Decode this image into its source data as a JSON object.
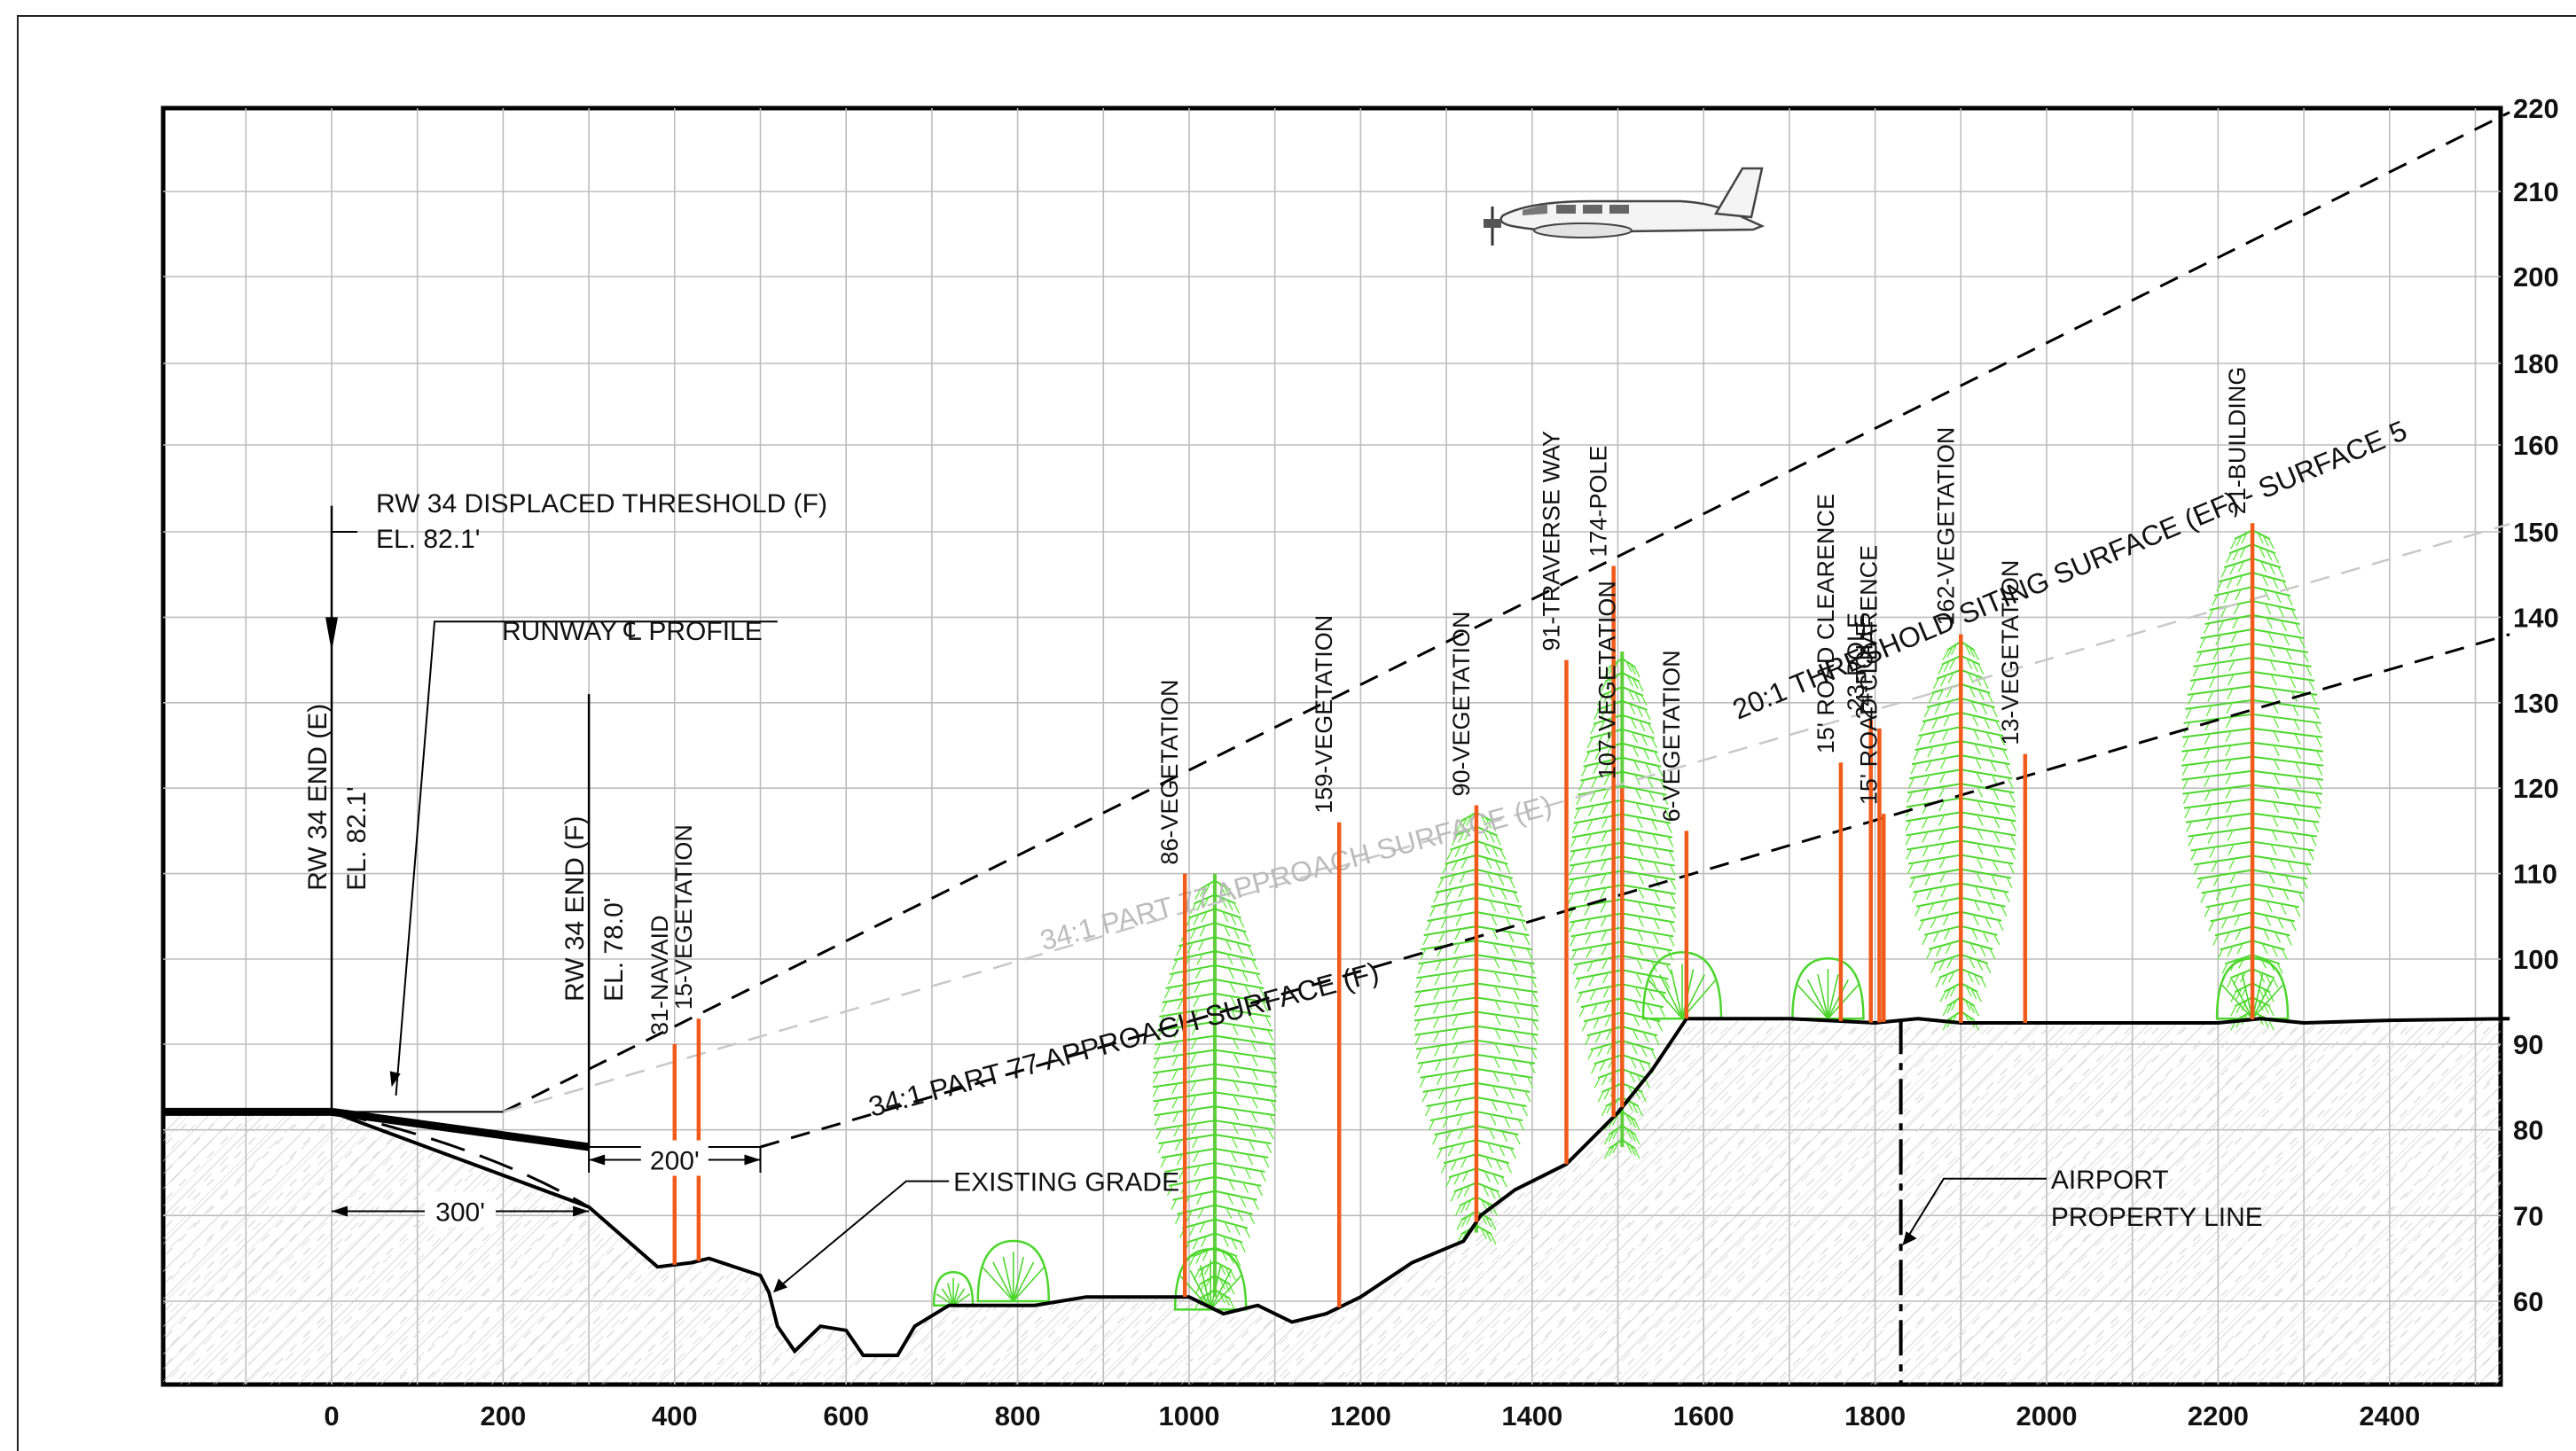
{
  "chart_data": {
    "type": "profile",
    "x_ticks": [
      0,
      200,
      400,
      600,
      800,
      1000,
      1200,
      1400,
      1600,
      1800,
      2000,
      2200,
      2400
    ],
    "y_ticks": [
      60,
      70,
      80,
      90,
      100,
      110,
      120,
      130,
      140,
      150,
      160,
      180,
      200,
      210,
      220
    ],
    "xlim": [
      -200,
      2540
    ],
    "ylim": [
      50,
      220
    ],
    "grid": true,
    "annotations": {
      "displaced_threshold": "RW 34 DISPLACED THRESHOLD (F)",
      "displaced_threshold_el": "EL. 82.1'",
      "runway_profile": "RUNWAY ℄ PROFILE",
      "rw34_end_e": "RW 34 END (E)",
      "rw34_end_e_el": "EL. 82.1'",
      "rw34_end_f": "RW 34 END (F)",
      "rw34_end_f_el": "EL. 78.0'",
      "dim_300": "300'",
      "dim_200": "200'",
      "existing_grade": "EXISTING GRADE",
      "property_line_1": "AIRPORT",
      "property_line_2": "PROPERTY LINE"
    },
    "surfaces": [
      {
        "name": "20:1 THRESHOLD SITING SURFACE (EF) - SURFACE 5",
        "x": [
          200,
          2540
        ],
        "y": [
          82.1,
          219.5
        ]
      },
      {
        "name": "34:1 PART 77 APPROACH SURFACE (E)",
        "x": [
          200,
          2540
        ],
        "y": [
          82.1,
          150.9
        ]
      },
      {
        "name": "34:1 PART 77 APPROACH SURFACE (F)",
        "x": [
          500,
          2540
        ],
        "y": [
          78.0,
          138.0
        ]
      }
    ],
    "runway": {
      "x": [
        -200,
        0,
        300
      ],
      "y": [
        82.1,
        82.1,
        78.0
      ]
    },
    "existing_grade": {
      "x": [
        0,
        300,
        380,
        420,
        440,
        500,
        510,
        520,
        540,
        570,
        600,
        620,
        660,
        680,
        720,
        780,
        820,
        880,
        960,
        1000,
        1040,
        1080,
        1120,
        1160,
        1200,
        1260,
        1320,
        1340,
        1380,
        1440,
        1500,
        1540,
        1580,
        1600,
        1700,
        1800,
        1850,
        1900,
        2000,
        2100,
        2200,
        2250,
        2300,
        2400,
        2540
      ],
      "y": [
        82.1,
        71,
        64,
        64.5,
        65,
        63,
        61,
        57,
        54,
        57,
        56.5,
        53.5,
        53.5,
        57,
        59.5,
        59.5,
        59.5,
        60.5,
        60.5,
        60.5,
        58.5,
        59.5,
        57.5,
        58.5,
        60.5,
        64.5,
        67,
        70,
        73,
        76,
        82,
        87,
        93,
        93,
        93,
        92.5,
        93,
        92.5,
        92.5,
        92.5,
        92.5,
        93,
        92.5,
        92.8,
        93
      ]
    },
    "obstructions": [
      {
        "label": "31-NAVAID",
        "x": 400,
        "top": 90
      },
      {
        "label": "15-VEGETATION",
        "x": 428,
        "top": 93
      },
      {
        "label": "86-VEGETATION",
        "x": 995,
        "top": 110
      },
      {
        "label": "159-VEGETATION",
        "x": 1175,
        "top": 116
      },
      {
        "label": "90-VEGETATION",
        "x": 1335,
        "top": 118
      },
      {
        "label": "91-TRAVERSE WAY",
        "x": 1440,
        "top": 135
      },
      {
        "label": "174-POLE",
        "x": 1495,
        "top": 146
      },
      {
        "label": "107-VEGETATION",
        "x": 1505,
        "top": 120
      },
      {
        "label": "6-VEGETATION",
        "x": 1580,
        "top": 115
      },
      {
        "label": "15' ROAD CLEARENCE",
        "x": 1760,
        "top": 123
      },
      {
        "label": "23-POLE",
        "x": 1795,
        "top": 128
      },
      {
        "label": "24-POLE",
        "x": 1805,
        "top": 127
      },
      {
        "label": "15' ROAD CLEARENCE",
        "x": 1810,
        "top": 117
      },
      {
        "label": "162-VEGETATION",
        "x": 1900,
        "top": 138
      },
      {
        "label": "13-VEGETATION",
        "x": 1975,
        "top": 124
      },
      {
        "label": "21-BUILDING",
        "x": 2240,
        "top": 151
      }
    ],
    "property_line_x": 1830
  }
}
